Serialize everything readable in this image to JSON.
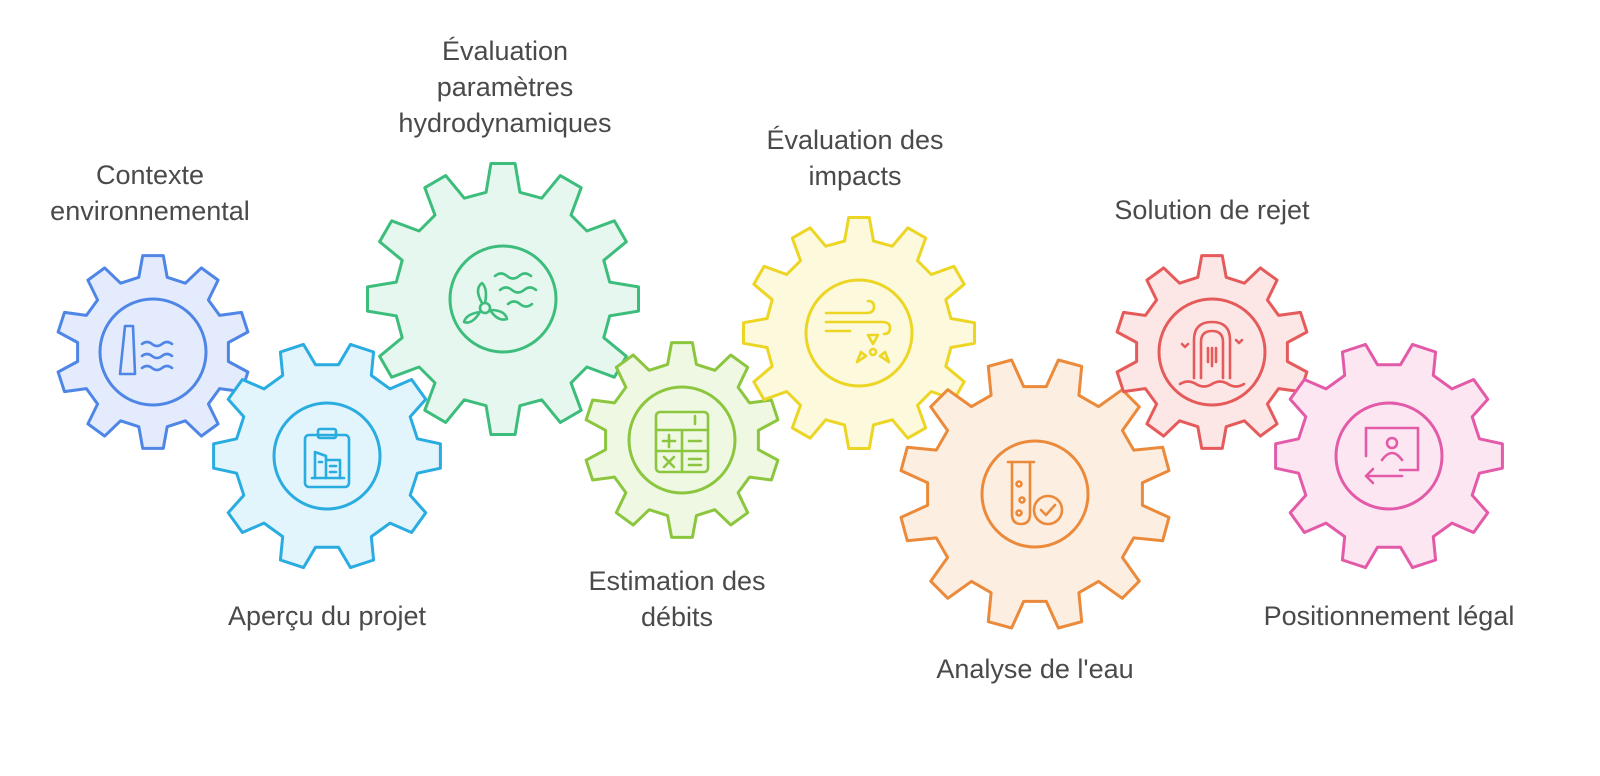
{
  "diagram": {
    "steps": [
      {
        "id": "contexte",
        "label_lines": [
          "Contexte",
          "environnemental"
        ],
        "color": "#4f86e6",
        "fill": "#e3ebfc",
        "icon": "dam-water-icon"
      },
      {
        "id": "apercu",
        "label_lines": [
          "Aperçu du projet"
        ],
        "color": "#29ace0",
        "fill": "#e2f4fc",
        "icon": "clipboard-building-icon"
      },
      {
        "id": "hydro",
        "label_lines": [
          "Évaluation",
          "paramètres",
          "hydrodynamiques"
        ],
        "color": "#3dbd7b",
        "fill": "#e5f7ee",
        "icon": "turbine-waves-icon"
      },
      {
        "id": "debits",
        "label_lines": [
          "Estimation des",
          "débits"
        ],
        "color": "#8cc63f",
        "fill": "#eff8e2",
        "icon": "calculator-icon"
      },
      {
        "id": "impacts",
        "label_lines": [
          "Évaluation des",
          "impacts"
        ],
        "color": "#ecd523",
        "fill": "#fcf9dd",
        "icon": "wind-radiation-icon"
      },
      {
        "id": "eau",
        "label_lines": [
          "Analyse de l'eau"
        ],
        "color": "#ea8a3a",
        "fill": "#fdeee2",
        "icon": "test-tube-check-icon"
      },
      {
        "id": "rejet",
        "label_lines": [
          "Solution de rejet"
        ],
        "color": "#e55a5a",
        "fill": "#fce6e6",
        "icon": "discharge-outlet-icon"
      },
      {
        "id": "legal",
        "label_lines": [
          "Positionnement légal"
        ],
        "color": "#e25aa8",
        "fill": "#fce6f2",
        "icon": "contact-card-arrow-icon"
      }
    ]
  }
}
